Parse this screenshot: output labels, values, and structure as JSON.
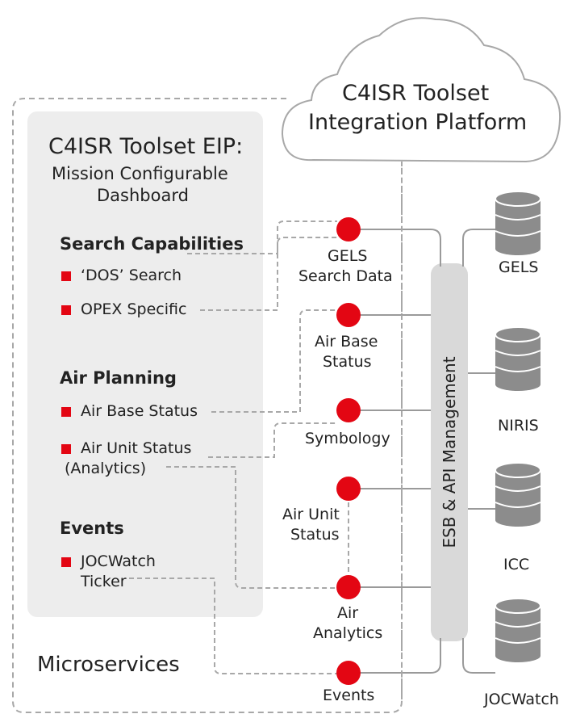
{
  "cloud": {
    "line1": "C4ISR Toolset",
    "line2": "Integration Platform"
  },
  "dashboard": {
    "title": "C4ISR Toolset EIP:",
    "subtitle_line1": "Mission Configurable",
    "subtitle_line2": "Dashboard"
  },
  "sections": {
    "search": "Search Capabilities",
    "air": "Air Planning",
    "events": "Events"
  },
  "items": {
    "dos_search": "‘DOS’ Search",
    "opex_specific": "OPEX Specific",
    "air_base_status": "Air Base Status",
    "air_unit_status": "Air Unit Status",
    "air_unit_status_sub": "(Analytics)",
    "jocwatch_ticker_1": "JOCWatch",
    "jocwatch_ticker_2": "Ticker"
  },
  "microservices_label": "Microservices",
  "services": {
    "gels_search_1": "GELS",
    "gels_search_2": "Search Data",
    "air_base_1": "Air Base",
    "air_base_2": "Status",
    "symbology": "Symbology",
    "air_unit_1": "Air Unit",
    "air_unit_2": "Status",
    "air_analytics_1": "Air",
    "air_analytics_2": "Analytics",
    "events": "Events"
  },
  "esb_label": "ESB & API Management",
  "databases": [
    "GELS",
    "NIRIS",
    "ICC",
    "JOCWatch"
  ],
  "colors": {
    "accent_red": "#e30613",
    "panel_gray": "#ededed",
    "line_gray": "#9a9a9a",
    "db_gray": "#8c8c8c",
    "esb_gray": "#d9d9d9"
  }
}
